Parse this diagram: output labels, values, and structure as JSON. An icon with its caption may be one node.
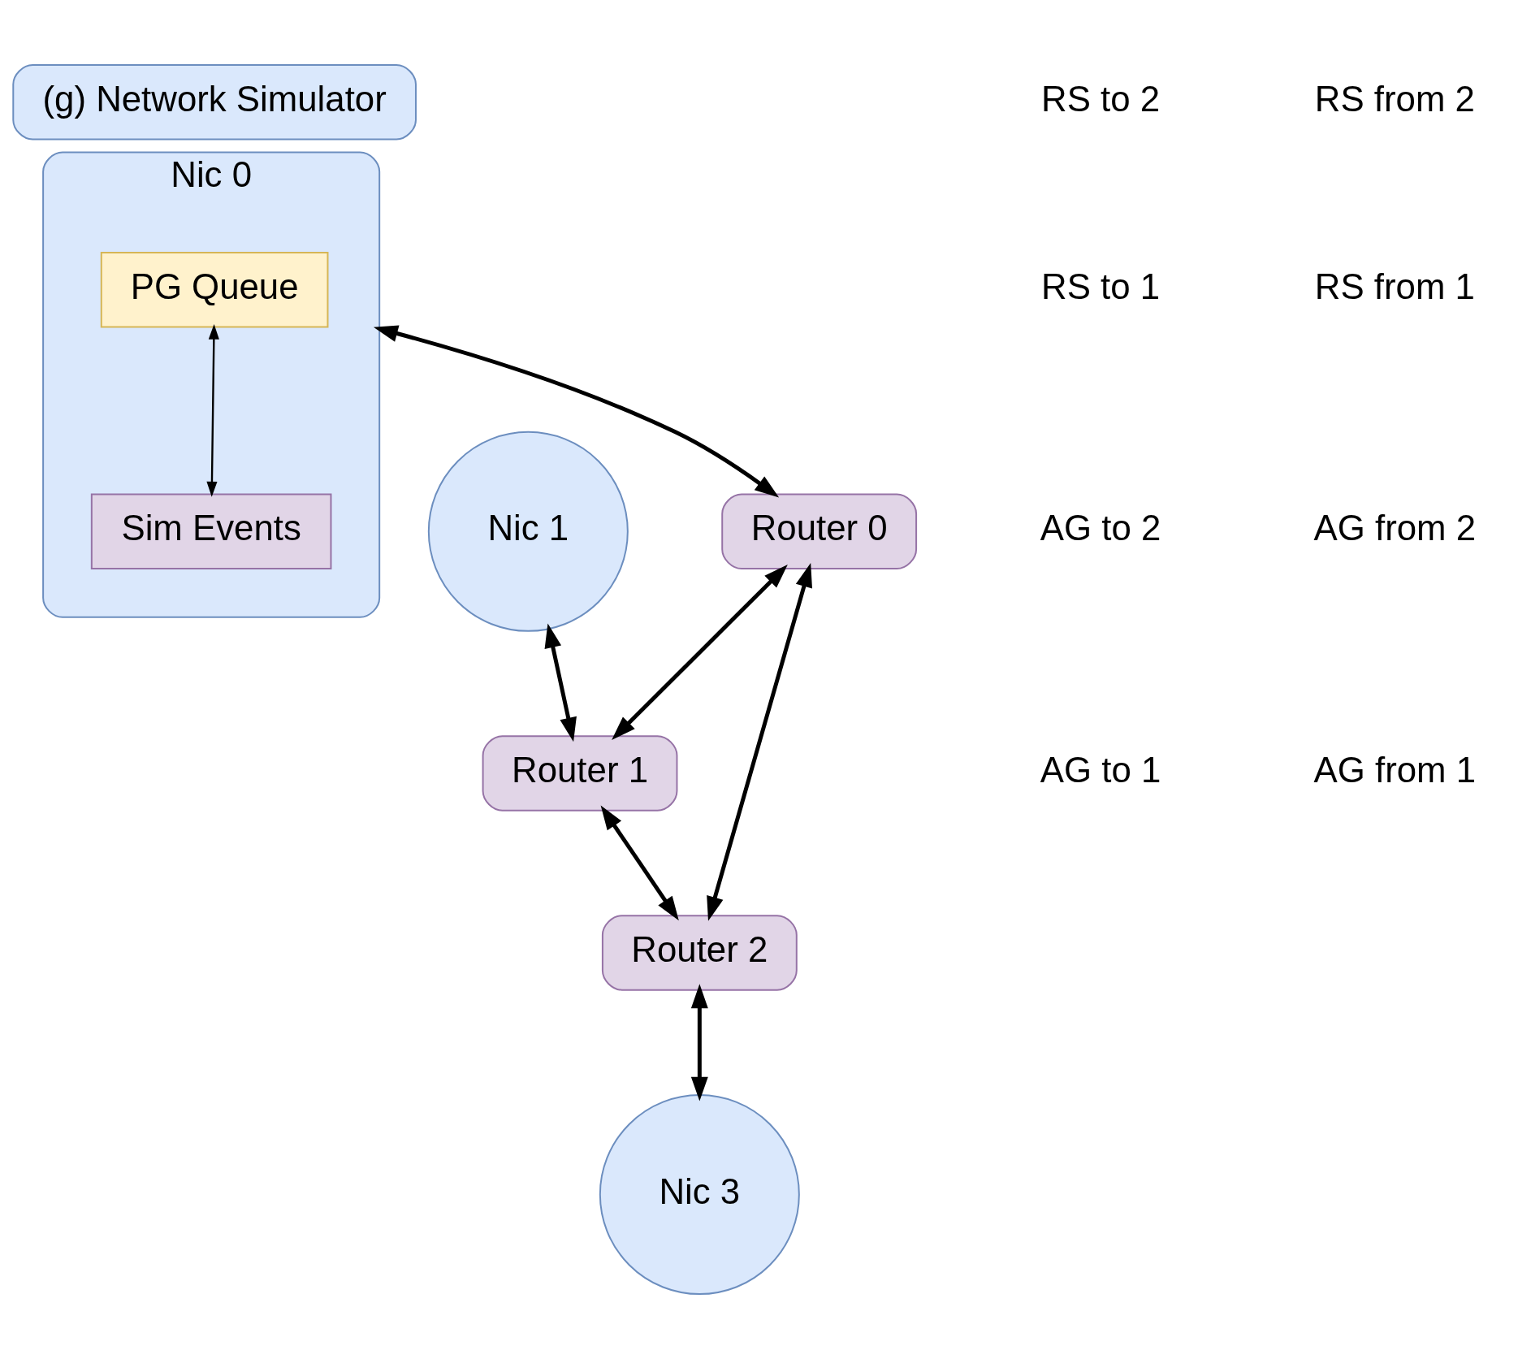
{
  "diagram": {
    "nodes": [
      {
        "text": [
          "(g) Network Simulator"
        ]
      },
      {
        "text": [
          "Nic 0"
        ]
      },
      {
        "text": [
          "PG Queue"
        ],
        "in": 1
      },
      {
        "text": [
          "Sim Events"
        ],
        "in": 1
      },
      {
        "text": [
          "Nic 1"
        ]
      },
      {
        "text": [
          "Router 0"
        ]
      },
      {
        "text": [
          "Router 1"
        ]
      },
      {
        "text": [
          "Router 2"
        ]
      },
      {
        "text": [
          "Nic 3"
        ]
      }
    ],
    "edges": [
      {
        "from": 2,
        "to": 3,
        "arrow": "both"
      },
      {
        "from": 1,
        "to": 5,
        "arrow": "both"
      },
      {
        "from": 4,
        "to": 6,
        "arrow": "both"
      },
      {
        "from": 5,
        "to": 6,
        "arrow": "both"
      },
      {
        "from": 5,
        "to": 7,
        "arrow": "both"
      },
      {
        "from": 6,
        "to": 7,
        "arrow": "both"
      },
      {
        "from": 7,
        "to": 8,
        "arrow": "both"
      }
    ],
    "labels": [
      "RS to 2",
      "RS to 1",
      "AG to 2",
      "AG to 1",
      "RS from 2",
      "RS from 1",
      "AG from 2",
      "AG from 1"
    ]
  }
}
